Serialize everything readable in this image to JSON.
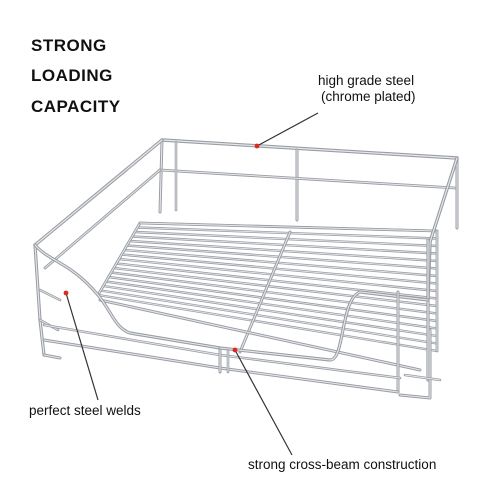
{
  "headline": [
    "STRONG",
    "LOADING",
    "CAPACITY"
  ],
  "callouts": {
    "steel_line1": "high grade steel",
    "steel_line2": "(chrome plated)",
    "welds": "perfect steel welds",
    "cross_beam": "strong cross-beam construction"
  },
  "colors": {
    "wire": "#9a9ea4",
    "wire_highlight": "#e6e8eb",
    "callout_line": "#333333",
    "callout_dot": "#e0281f",
    "text": "#111111"
  }
}
